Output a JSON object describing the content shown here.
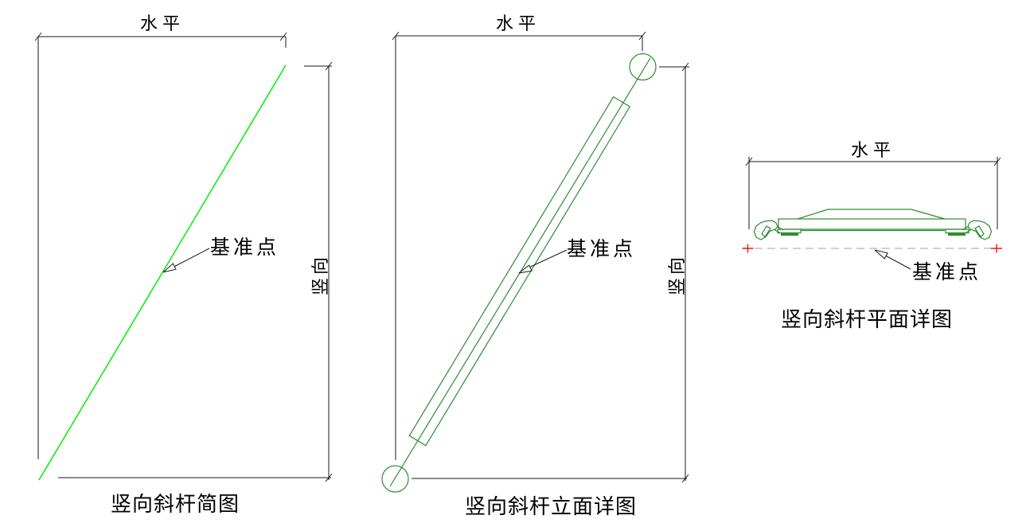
{
  "colors": {
    "ink": "#1a1a1a",
    "bright_green": "#00ee00",
    "detail_green": "#2e8b32",
    "centerline_gray": "#b5b5b5",
    "datum_red": "#f01818"
  },
  "simple": {
    "caption": "竖向斜杆简图",
    "horizontal_label": "水平",
    "vertical_label": "竖向",
    "datum_label": "基准点"
  },
  "elevation": {
    "caption": "竖向斜杆立面详图",
    "horizontal_label": "水平",
    "vertical_label": "竖向",
    "datum_label": "基准点"
  },
  "plan": {
    "caption": "竖向斜杆平面详图",
    "horizontal_label": "水平",
    "datum_label": "基准点"
  }
}
